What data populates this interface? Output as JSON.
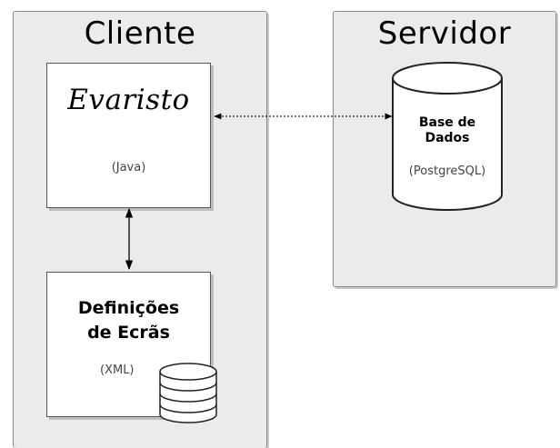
{
  "client": {
    "title": "Cliente",
    "app_box": {
      "logo_text": "Evaristo",
      "tech": "(Java)"
    },
    "screens_box": {
      "title_line1": "Definições",
      "title_line2": "de Ecrãs",
      "tech": "(XML)"
    }
  },
  "server": {
    "title": "Servidor",
    "database": {
      "title_line1": "Base de",
      "title_line2": "Dados",
      "tech": "(PostgreSQL)"
    }
  }
}
